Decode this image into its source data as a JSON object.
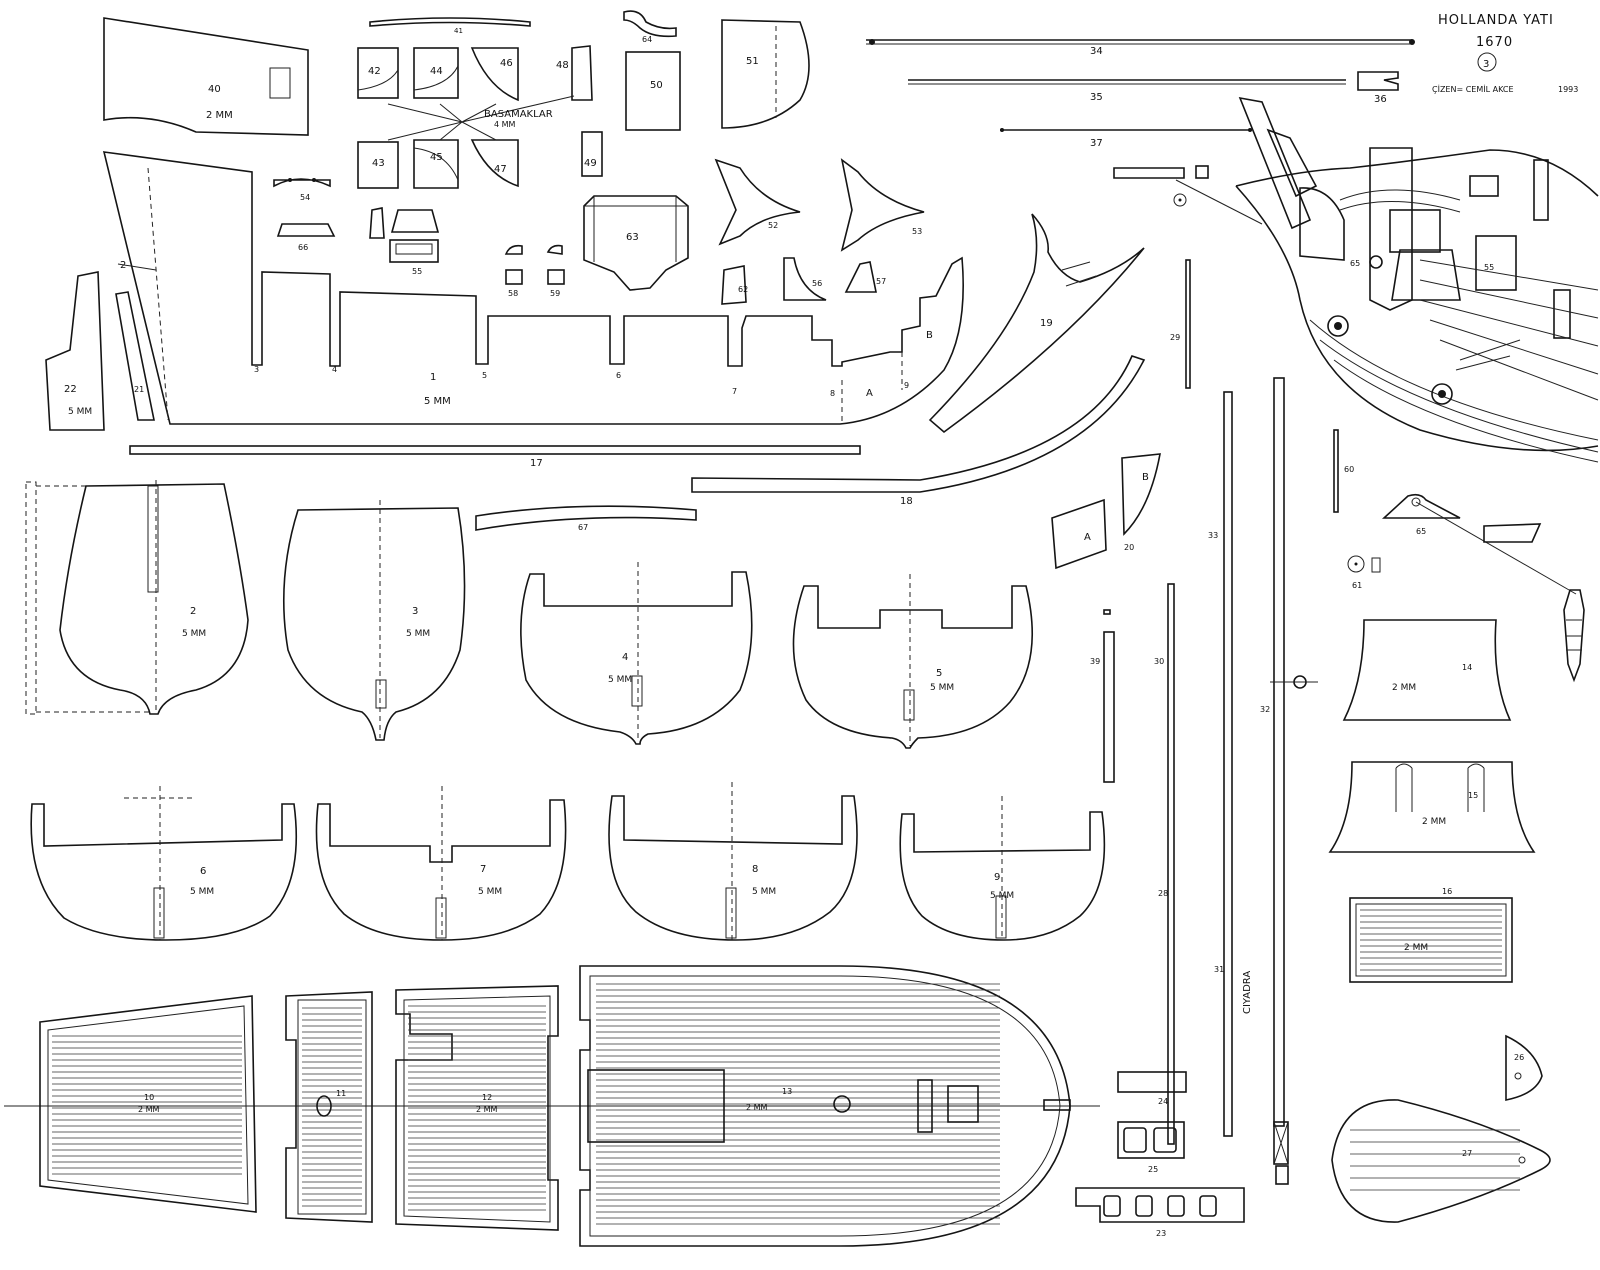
{
  "title": {
    "line1": "HOLLANDA YATI",
    "year": "1670",
    "sheet_no": "3",
    "author": "ÇİZEN= CEMİL AKCE",
    "author_year": "1993"
  },
  "annotations": {
    "stairs": "BASAMAKLAR",
    "stairs_thick": "4 MM",
    "ciyadra": "CIYADRA",
    "thick_2mm": "2 MM",
    "thick_5mm": "5 MM"
  },
  "part_labels": {
    "p1": "1",
    "p2": "2",
    "p3": "3",
    "p4": "4",
    "p5": "5",
    "p6": "6",
    "p7": "7",
    "p8": "8",
    "p9": "9",
    "p10": "10",
    "p11": "11",
    "p12": "12",
    "p13": "13",
    "p14": "14",
    "p15": "15",
    "p16": "16",
    "p17": "17",
    "p18": "18",
    "p19": "19",
    "p20": "20",
    "p21": "21",
    "p22": "22",
    "p23": "23",
    "p24": "24",
    "p25": "25",
    "p26": "26",
    "p27": "27",
    "p28": "28",
    "p29": "29",
    "p30": "30",
    "p31": "31",
    "p32": "32",
    "p33": "33",
    "p34": "34",
    "p35": "35",
    "p36": "36",
    "p37": "37",
    "p39": "39",
    "p40": "40",
    "p41": "41",
    "p42": "42",
    "p43": "43",
    "p44": "44",
    "p45": "45",
    "p46": "46",
    "p47": "47",
    "p48": "48",
    "p49": "49",
    "p50": "50",
    "p51": "51",
    "p52": "52",
    "p53": "53",
    "p54": "54",
    "p55": "55",
    "p56": "56",
    "p57": "57",
    "p58": "58",
    "p59": "59",
    "p60": "60",
    "p61": "61",
    "p62": "62",
    "p63": "63",
    "p64": "64",
    "p65": "65",
    "p66": "66",
    "p67": "67",
    "pA": "A",
    "pB": "B"
  }
}
